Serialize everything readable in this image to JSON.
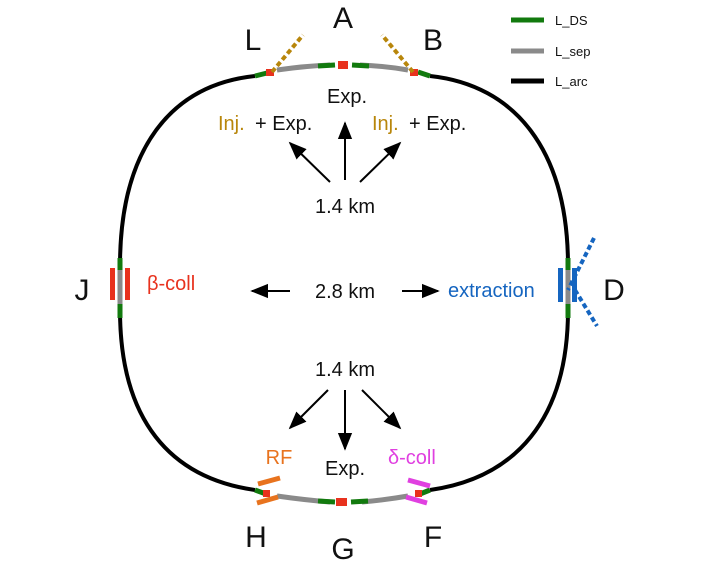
{
  "legend": [
    {
      "label": "L_DS",
      "color": "#127a0e"
    },
    {
      "label": "L_sep",
      "color": "#8a8a8a"
    },
    {
      "label": "L_arc",
      "color": "#000000"
    }
  ],
  "points": {
    "A": "A",
    "B": "B",
    "D": "D",
    "F": "F",
    "G": "G",
    "H": "H",
    "J": "J",
    "L": "L"
  },
  "labels": {
    "exp_top": "Exp.",
    "inj_left": "Inj.",
    "inj_right": "Inj.",
    "plus_exp_left": "+ Exp.",
    "plus_exp_right": "+ Exp.",
    "dist_top": "1.4 km",
    "dist_mid": "2.8 km",
    "dist_bottom": "1.4 km",
    "beta_coll": "β-coll",
    "extraction": "extraction",
    "rf": "RF",
    "exp_bottom": "Exp.",
    "delta_coll": "δ-coll"
  },
  "colors": {
    "inj": "#b8860b",
    "beta_coll": "#e8321e",
    "extraction": "#1565c0",
    "rf": "#e8731e",
    "delta_coll": "#e040e0",
    "red_marker": "#e8321e",
    "ds": "#127a0e",
    "sep": "#8a8a8a",
    "arc": "#000000"
  }
}
